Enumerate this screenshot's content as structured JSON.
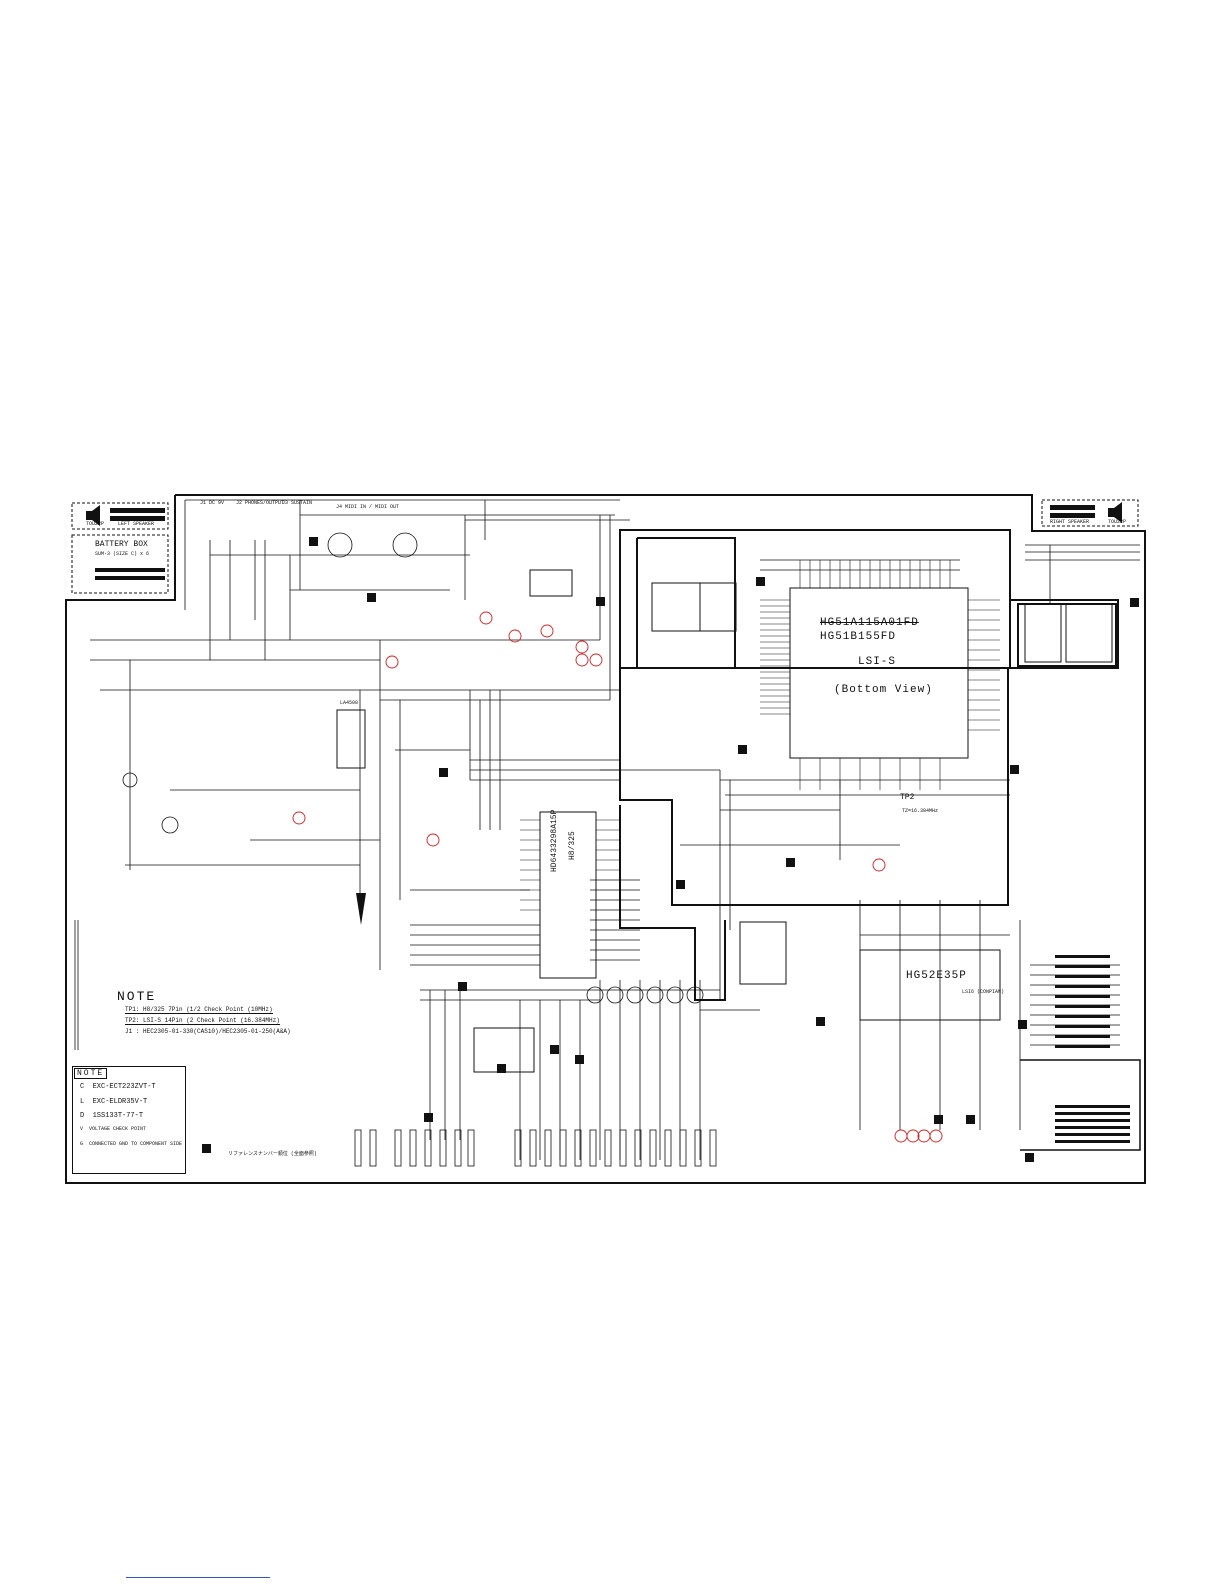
{
  "battery_box": {
    "title": "BATTERY BOX",
    "subtitle": "SUM-3 (SIZE C) x 6"
  },
  "top_left_speaker": {
    "label": "LEFT SPEAKER",
    "part": "TOU22P"
  },
  "top_right_speaker": {
    "label": "RIGHT SPEAKER",
    "part": "TOU22P"
  },
  "connectors": {
    "j1": "J1",
    "j1_desc": "DC 9V",
    "j2": "J2",
    "j2_desc": "PHONES/OUTPUT",
    "j3": "J3",
    "j3_desc": "SUSTAIN",
    "j4": "J4",
    "j4_desc": "MIDI IN  /  MIDI OUT"
  },
  "chips": {
    "lsi_s_strike": "HG51A115A01FD",
    "lsi_s_part": "HG51B155FD",
    "lsi_s_name": "LSI-S",
    "lsi_s_view": "(Bottom View)",
    "cpu_part": "HD6433298A15P",
    "cpu_name": "H8/325",
    "rom_part": "HG52E35P",
    "rom_name": "LSI6 (CONPIAN)",
    "opamp": "LA4508",
    "tp2": "TP2",
    "crystal": "TZ=16.384MHz"
  },
  "note_top": {
    "title": "NOTE",
    "lines": [
      "TP1: H8/325 7Pin  (1/2 Check Point (10MHz)",
      "TP2: LSI-S 14Pin  (2 Check Point (16.384MHz)",
      "J1 : HEC2305-01-330(CAS10)/HEC2305-01-250(A&A)"
    ]
  },
  "note_bottom": {
    "title": "NOTE",
    "rows": [
      {
        "symbol": "C",
        "text": "EXC-ECT223ZVT-T"
      },
      {
        "symbol": "L",
        "text": "EXC-ELDR35V-T"
      },
      {
        "symbol": "D",
        "text": "1SS133T-77-T"
      },
      {
        "symbol": "V",
        "text": "VOLTAGE CHECK POINT"
      },
      {
        "symbol": "G",
        "text": "CONNECTED GND TO COMPONENT SIDE"
      }
    ]
  },
  "bottom_caption": "リファレンスナンバー順位 (全面参照)",
  "colors": {
    "ink": "#111111",
    "marker": "#cc2222",
    "paper": "#ffffff",
    "link": "#3355cc"
  }
}
